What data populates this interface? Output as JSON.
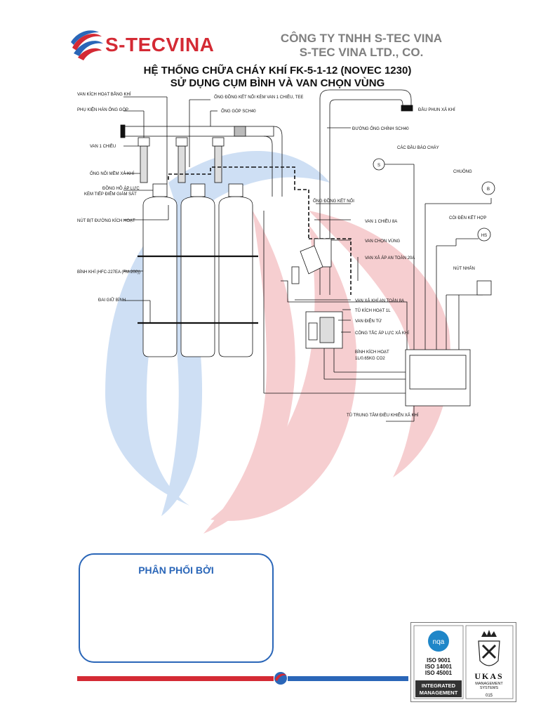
{
  "header": {
    "brand_name": "S-TECVINA",
    "company_vn": "CÔNG TY TNHH S-TEC VINA",
    "company_en": "S-TEC VINA LTD., CO."
  },
  "title": {
    "line1": "HỆ THỐNG CHỮA CHÁY KHÍ FK-5-1-12 (NOVEC 1230)",
    "line2": "SỬ DỤNG CỤM BÌNH VÀ VAN CHỌN VÙNG"
  },
  "labels": {
    "van_kich_hoat": "VAN KÍCH HOẠT BẰNG KHÍ",
    "ong_dong_ket_noi_tee": "ỐNG ĐỒNG KẾT NỐI KÈM VAN 1 CHIỀU, TEE",
    "phu_kien_han": "PHỤ KIỆN HÀN ỐNG GÓP",
    "ong_gop": "ỐNG GÓP SCH40",
    "duong_ong_chinh": "ĐƯỜNG ỐNG CHÍNH SCH40",
    "dau_phun": "ĐẦU PHUN XẢ KHÍ",
    "van_1_chieu": "VAN 1 CHIỀU",
    "ong_noi_mem": "ỐNG NỐI MỀM XẢ KHÍ",
    "dong_ho_1": "ĐỒNG HỒ ÁP LỰC",
    "dong_ho_2": "KÈM TIẾP ĐIỂM GIÁM SÁT",
    "ong_dong_ket_noi": "ỐNG ĐỒNG KẾT NỐI",
    "nut_bit": "NÚT BỊT ĐƯỜNG KÍCH HOẠT",
    "van_1_chieu_8a": "VAN 1 CHIỀU 8A",
    "van_chon_vung": "VAN CHỌN VÙNG",
    "van_xa_ap_20a": "VAN XẢ ÁP AN TOÀN 20A",
    "binh_khi": "BÌNH KHÍ  (HFC-227EA (FM-200))",
    "dai_giu_binh": "ĐAI GIỮ BÌNH",
    "van_xa_khi_8a": "VAN XẢ KHÍ AN TOÀN 8A",
    "tu_kich_hoat": "TỦ KÍCH HOẠT 1L",
    "van_dien_tu": "VAN ĐIỆN TỪ",
    "cong_tac": "CÔNG TẮC ÁP LỰC XẢ KHÍ",
    "binh_kich_hoat_1": "BÌNH KÍCH HOẠT",
    "binh_kich_hoat_2": "1L/0.65KG CO2",
    "tu_trung_tam": "TỦ TRUNG TÂM ĐIỀU KHIỂN XẢ KHÍ",
    "cac_dau_bao_chay": "CÁC ĐẦU BÁO CHÁY",
    "chuong": "CHUÔNG",
    "coi_den": "CÒI ĐÈN KẾT HỢP",
    "nut_nhan": "NÚT NHẤN"
  },
  "symbols": {
    "smoke_detector": "S",
    "bell": "B",
    "horn_strobe": "HS"
  },
  "distributor": {
    "label": "PHÂN PHỐI BỞI"
  },
  "cert": {
    "nqa": "nqa",
    "iso_1": "ISO 9001",
    "iso_2": "ISO 14001",
    "iso_3": "ISO 45001",
    "integrated_1": "INTEGRATED",
    "integrated_2": "MANAGEMENT",
    "ukas": "UKAS",
    "ukas_sub_1": "MANAGEMENT",
    "ukas_sub_2": "SYSTEMS",
    "ukas_num": "015"
  },
  "colors": {
    "brand_red": "#d42a34",
    "brand_blue": "#2a66b8",
    "company_gray": "#7f7f7f",
    "watermark_red": "#f6c9cc",
    "watermark_blue": "#c9dcf3"
  }
}
